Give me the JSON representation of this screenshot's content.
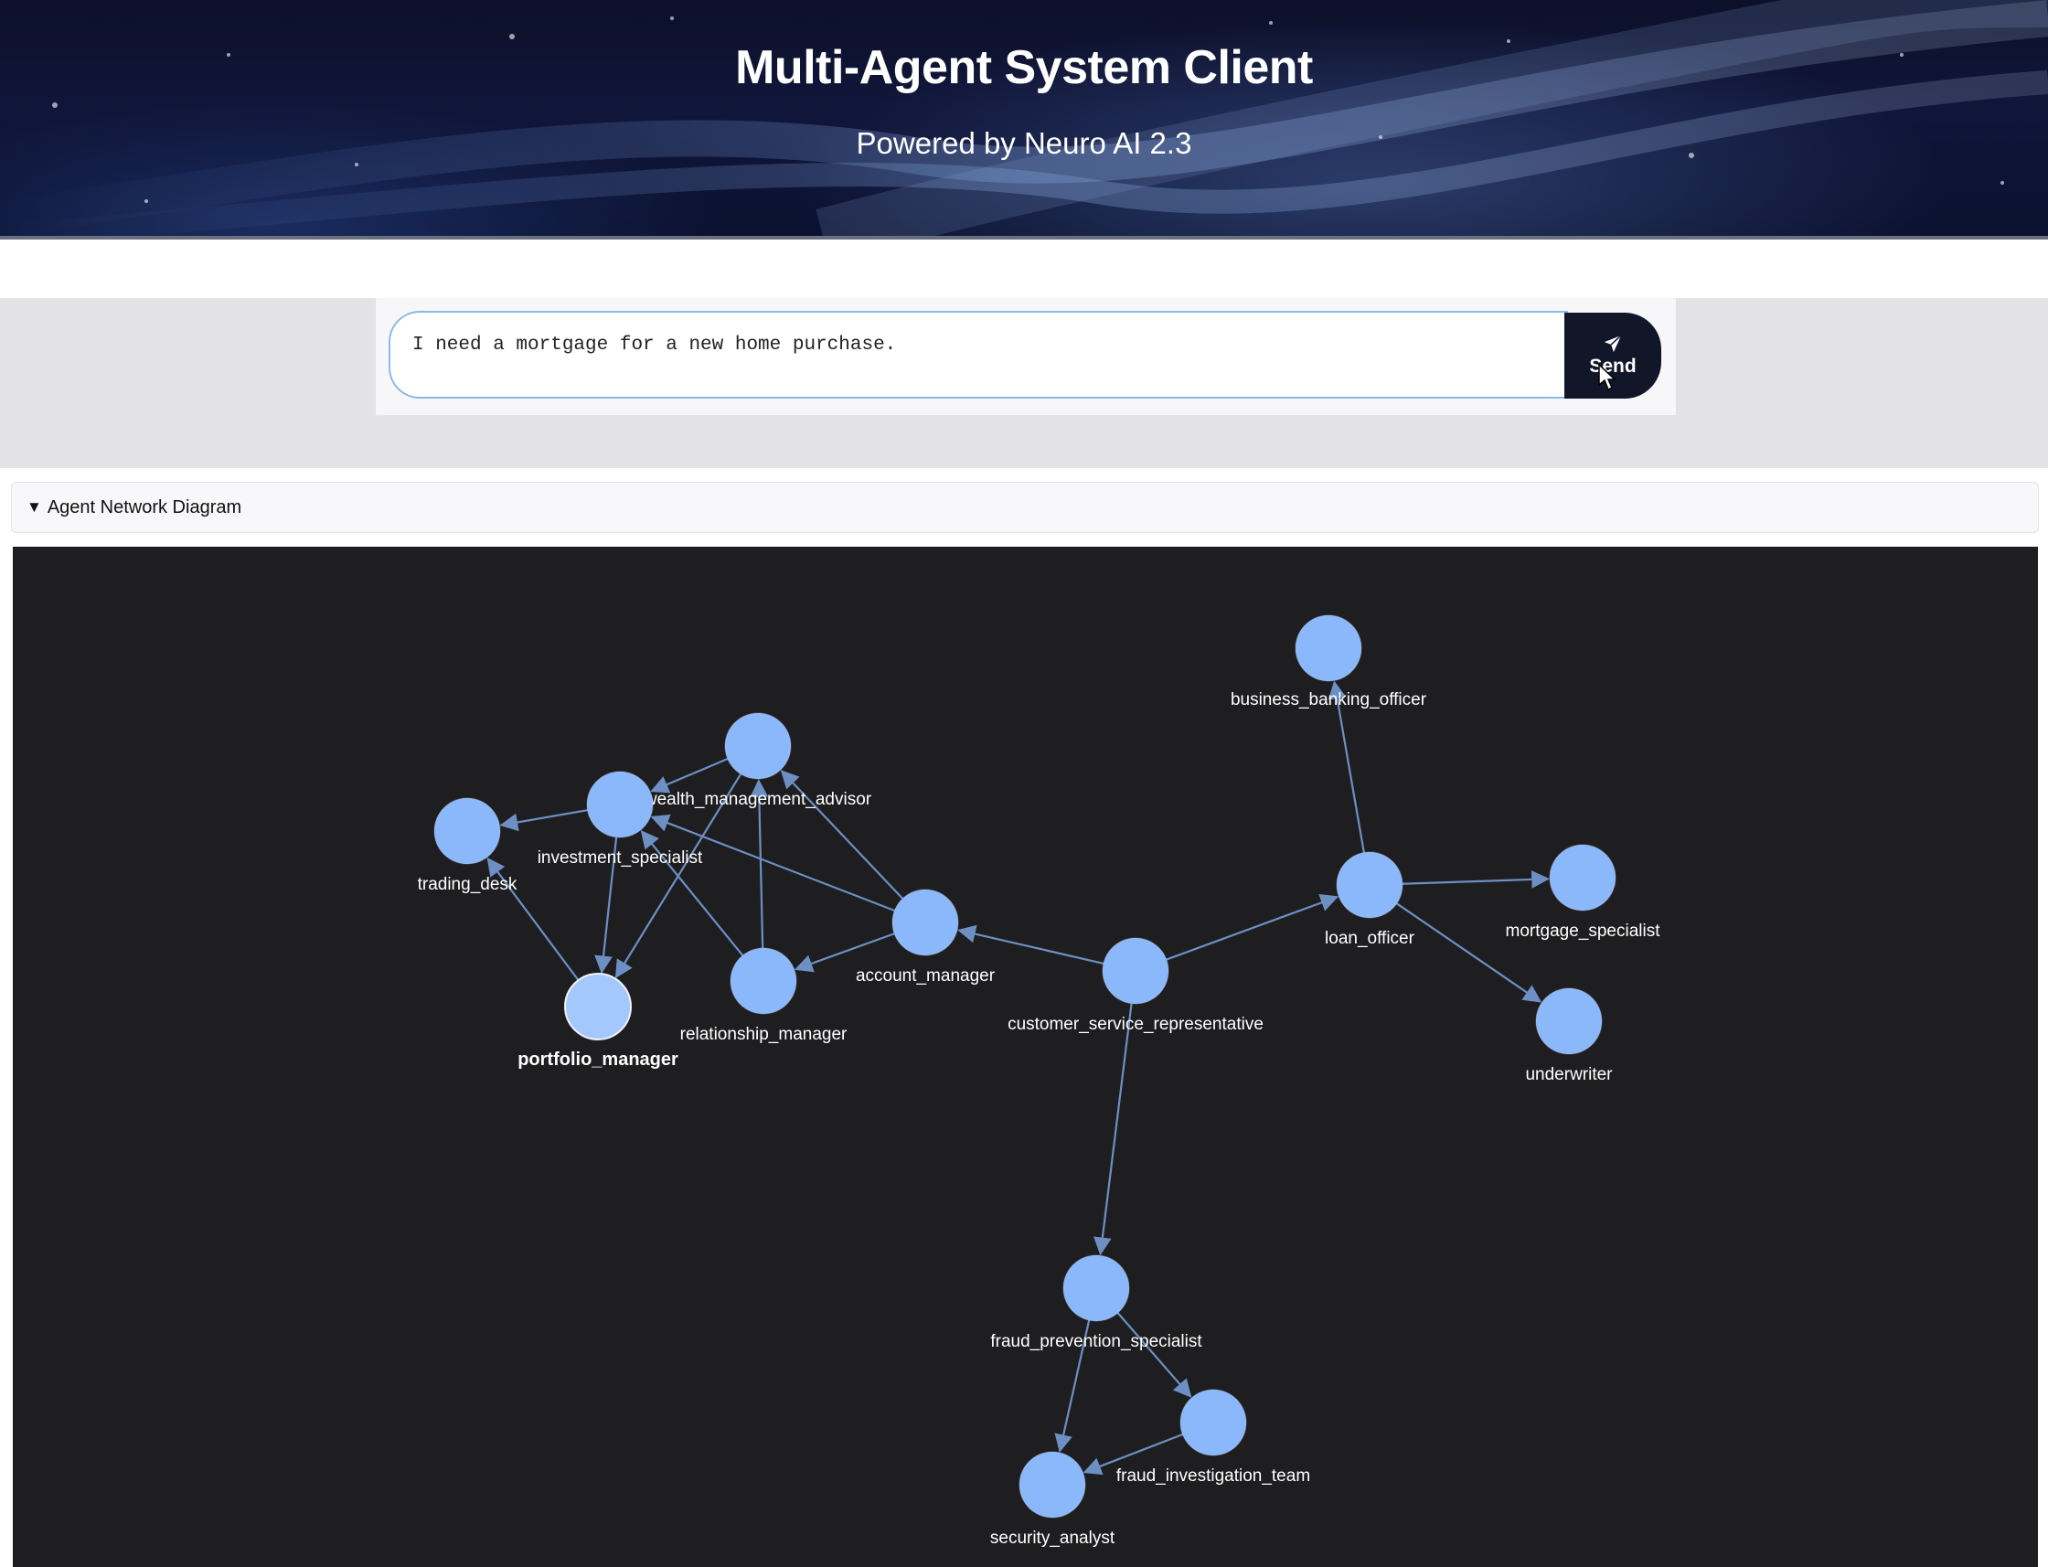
{
  "header": {
    "title": "Multi-Agent System Client",
    "subtitle": "Powered by Neuro AI 2.3"
  },
  "chat": {
    "input_value": "I need a mortgage for a new home purchase.",
    "send_label": "Send",
    "send_icon": "paper-plane-icon"
  },
  "details": {
    "summary_label": "Agent Network Diagram",
    "expanded": true
  },
  "colors": {
    "node_fill": "#8ab8fb",
    "edge": "#6d8fc4",
    "diagram_bg": "#1e1e20",
    "send_bg": "#121629"
  },
  "network": {
    "nodes": [
      {
        "id": "business_banking_officer",
        "label": "business_banking_officer",
        "bold": false
      },
      {
        "id": "wealth_management_advisor",
        "label": "wealth_management_advisor",
        "bold": false
      },
      {
        "id": "investment_specialist",
        "label": "investment_specialist",
        "bold": false
      },
      {
        "id": "trading_desk",
        "label": "trading_desk",
        "bold": false
      },
      {
        "id": "account_manager",
        "label": "account_manager",
        "bold": false
      },
      {
        "id": "relationship_manager",
        "label": "relationship_manager",
        "bold": false
      },
      {
        "id": "portfolio_manager",
        "label": "portfolio_manager",
        "bold": true
      },
      {
        "id": "customer_service_representative",
        "label": "customer_service_representative",
        "bold": false
      },
      {
        "id": "loan_officer",
        "label": "loan_officer",
        "bold": false
      },
      {
        "id": "mortgage_specialist",
        "label": "mortgage_specialist",
        "bold": false
      },
      {
        "id": "underwriter",
        "label": "underwriter",
        "bold": false
      },
      {
        "id": "fraud_prevention_specialist",
        "label": "fraud_prevention_specialist",
        "bold": false
      },
      {
        "id": "fraud_investigation_team",
        "label": "fraud_investigation_team",
        "bold": false
      },
      {
        "id": "security_analyst",
        "label": "security_analyst",
        "bold": false
      }
    ],
    "edges": [
      {
        "from": "customer_service_representative",
        "to": "account_manager"
      },
      {
        "from": "customer_service_representative",
        "to": "loan_officer"
      },
      {
        "from": "customer_service_representative",
        "to": "fraud_prevention_specialist"
      },
      {
        "from": "loan_officer",
        "to": "business_banking_officer"
      },
      {
        "from": "loan_officer",
        "to": "mortgage_specialist"
      },
      {
        "from": "loan_officer",
        "to": "underwriter"
      },
      {
        "from": "account_manager",
        "to": "wealth_management_advisor"
      },
      {
        "from": "account_manager",
        "to": "investment_specialist"
      },
      {
        "from": "account_manager",
        "to": "relationship_manager"
      },
      {
        "from": "relationship_manager",
        "to": "investment_specialist"
      },
      {
        "from": "relationship_manager",
        "to": "wealth_management_advisor"
      },
      {
        "from": "wealth_management_advisor",
        "to": "investment_specialist"
      },
      {
        "from": "wealth_management_advisor",
        "to": "portfolio_manager"
      },
      {
        "from": "investment_specialist",
        "to": "trading_desk"
      },
      {
        "from": "investment_specialist",
        "to": "portfolio_manager"
      },
      {
        "from": "portfolio_manager",
        "to": "trading_desk"
      },
      {
        "from": "fraud_prevention_specialist",
        "to": "fraud_investigation_team"
      },
      {
        "from": "fraud_prevention_specialist",
        "to": "security_analyst"
      },
      {
        "from": "fraud_investigation_team",
        "to": "security_analyst"
      }
    ]
  }
}
